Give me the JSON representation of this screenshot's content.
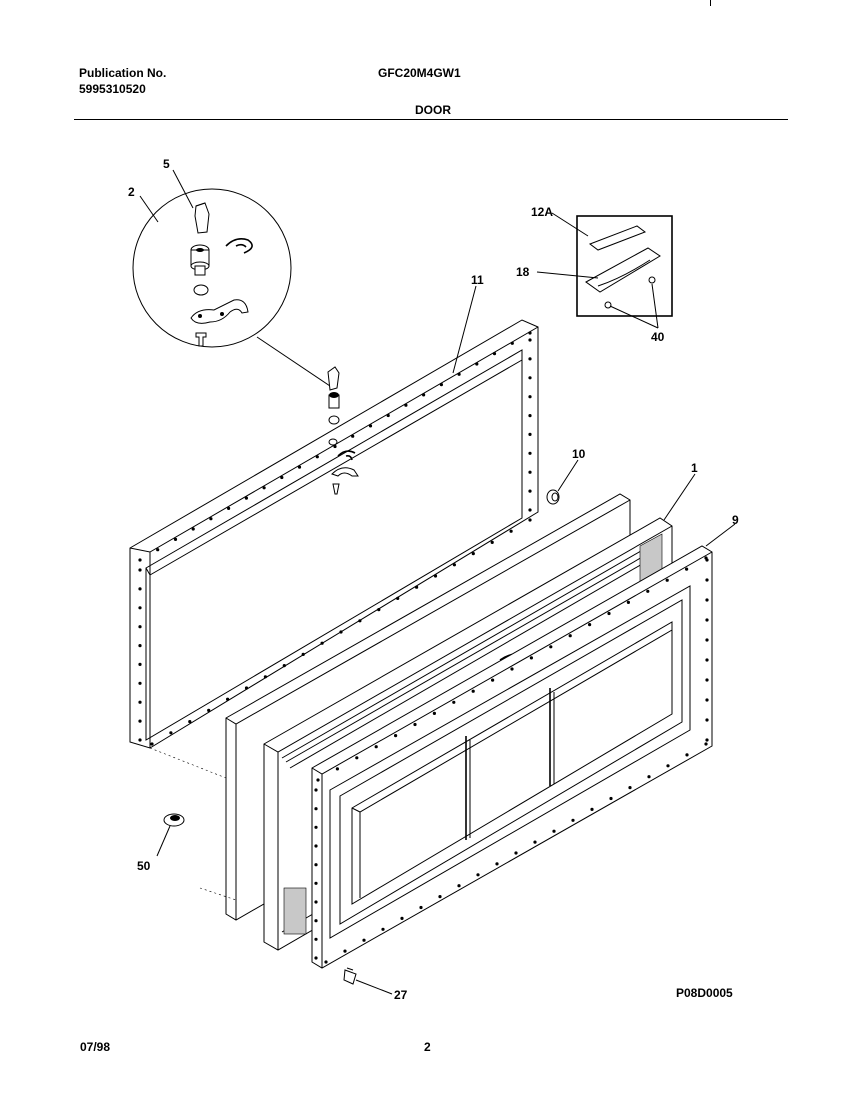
{
  "header": {
    "publication_label": "Publication No.",
    "publication_number": "5995310520",
    "model": "GFC20M4GW1",
    "section": "DOOR"
  },
  "callouts": {
    "c5": "5",
    "c2": "2",
    "c11": "11",
    "c12a": "12A",
    "c18": "18",
    "c40": "40",
    "c10": "10",
    "c1": "1",
    "c9": "9",
    "c50": "50",
    "c27": "27"
  },
  "footer": {
    "drawing_id": "P08D0005",
    "date": "07/98",
    "page_number": "2"
  }
}
